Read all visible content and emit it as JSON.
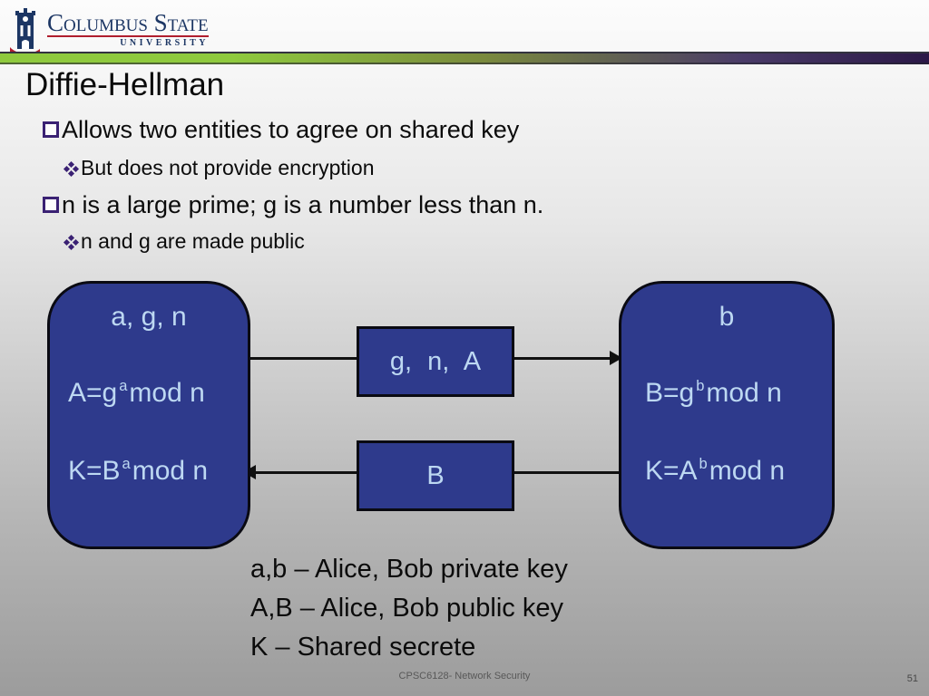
{
  "logo": {
    "institution": "Columbus State",
    "sub": "UNIVERSITY"
  },
  "title": "Diffie-Hellman",
  "bullets": [
    {
      "level": 1,
      "text": "Allows two entities to agree on shared key"
    },
    {
      "level": 2,
      "text": "But does not provide encryption"
    },
    {
      "level": 1,
      "text": "n is a large prime; g is a number less than n."
    },
    {
      "level": 2,
      "text": "n and g are made public"
    }
  ],
  "diagram": {
    "alice": {
      "knowns": "a, g, n",
      "eq1": {
        "base": "A=g",
        "sup": "a",
        "rest": "mod n"
      },
      "eq2": {
        "base": "K=B",
        "sup": "a",
        "rest": "mod n"
      }
    },
    "bob": {
      "knowns": "b",
      "eq1": {
        "base": "B=g",
        "sup": "b",
        "rest": "mod n"
      },
      "eq2": {
        "base": "K=A",
        "sup": "b",
        "rest": "mod n"
      }
    },
    "message1": "g, n, A",
    "message2": "B"
  },
  "legend": {
    "line1": "a,b – Alice, Bob private key",
    "line2": "A,B – Alice, Bob public key",
    "line3": "K – Shared secrete"
  },
  "footer": {
    "course": "CPSC6128- Network Security",
    "page": "51"
  },
  "colors": {
    "box_fill": "#2E3A8C",
    "box_text": "#BDD8F2",
    "bullet_purple": "#3A2173",
    "bar_green": "#8FCA3E",
    "bar_purple": "#2B1847",
    "logo_navy": "#1C3664",
    "logo_red": "#B01E2E",
    "background_top": "#FCFCFC",
    "background_bottom": "#9C9C9C"
  }
}
